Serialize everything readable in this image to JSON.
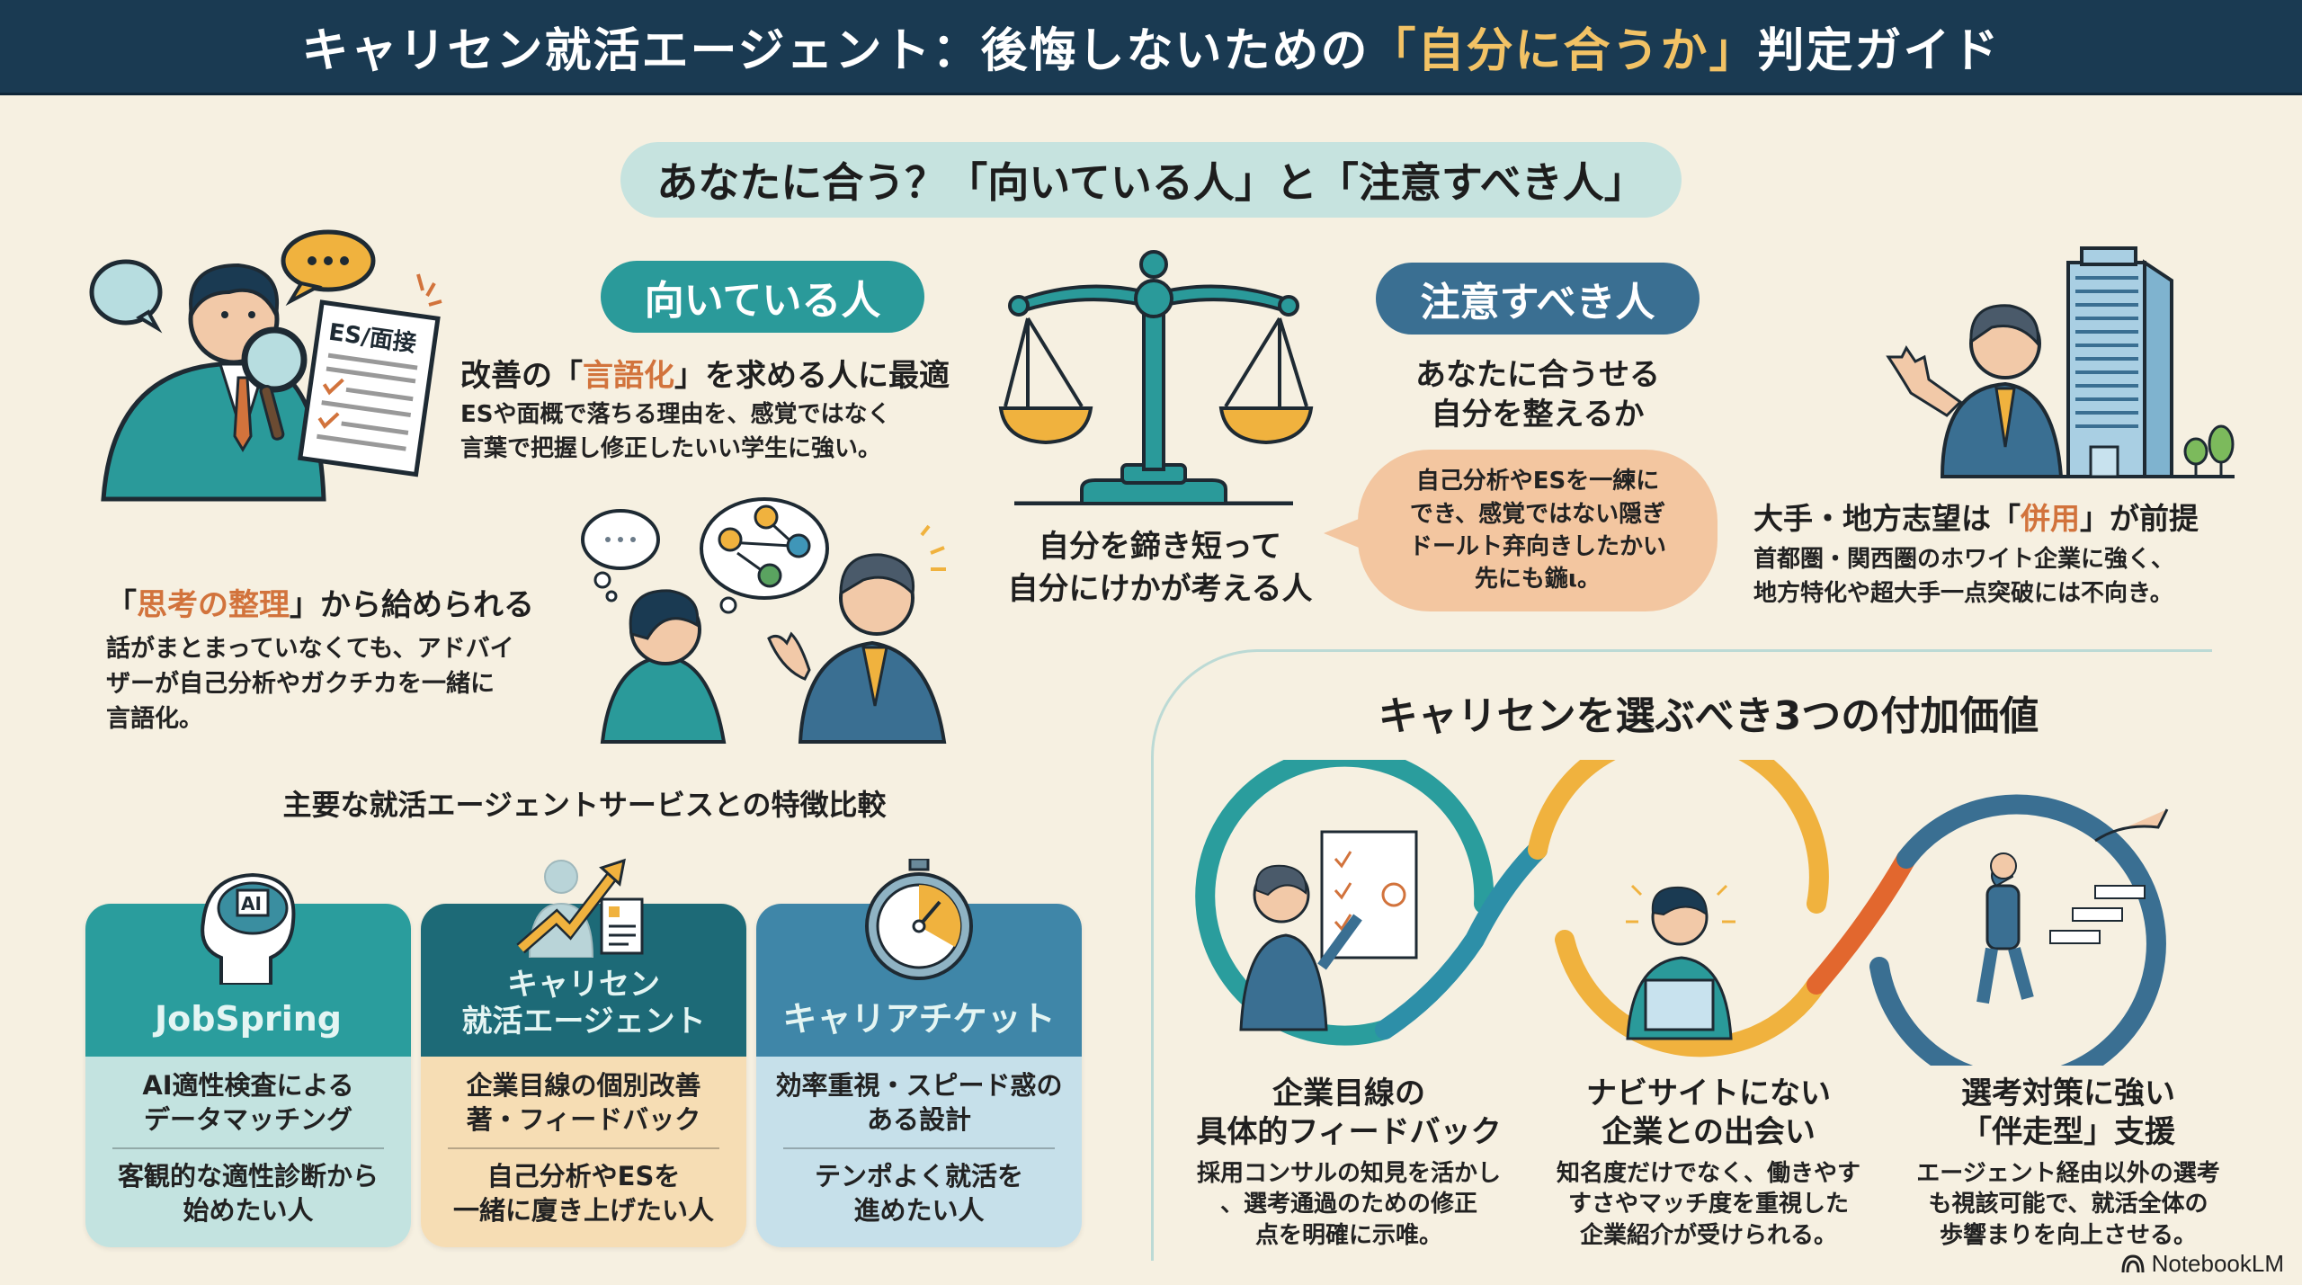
{
  "header": {
    "title_prefix": "キャリセン就活エージェント：後悔しないための",
    "title_highlight": "「自分に合うか」",
    "title_suffix": "判定ガイド"
  },
  "fit_section": {
    "title": "あなたに合う？「向いている人」と「注意すべき人」",
    "suited": {
      "pill_label": "向いている人",
      "point1": {
        "heading_pre": "改善の「",
        "heading_hl": "言語化",
        "heading_post": "」を求める人に最適",
        "body_line1": "ESや面概で落ちる理由を、感覚ではなく",
        "body_line2": "言葉で把握し修正したいい学生に強い。",
        "illustration_doc_label": "ES/面接"
      },
      "point2": {
        "heading_pre": "「",
        "heading_hl": "思考の整理",
        "heading_post": "」から給められる",
        "body_line1": "話がまとまっていなくても、アドバイ",
        "body_line2": "ザーが自己分析やガクチカを一緒に",
        "body_line3": "言語化。"
      }
    },
    "scale_caption": {
      "line1": "自分を鍗き短って",
      "line2": "自分にけかが考える人"
    },
    "caution": {
      "pill_label": "注意すべき人",
      "subheading_line1": "あなたに合うせる",
      "subheading_line2": "自分を整えるか",
      "bubble_line1": "自己分析やESを一練に",
      "bubble_line2": "でき、感覚ではない隠ぎ",
      "bubble_line3": "ドールト弃向きしたかい",
      "bubble_line4": "先にも鍦ι。",
      "point": {
        "heading_pre": "大手・地方志望は「",
        "heading_hl": "併用",
        "heading_post": "」が前提",
        "body_line1": "首都圏・関西圏のホワイト企業に強く、",
        "body_line2": "地方特化や超大手一点突破には不向き。"
      }
    }
  },
  "comparison": {
    "title": "主要な就活エージェントサービスとの特徴比較",
    "cards": [
      {
        "name": "JobSpring",
        "icon": "ai-brain-icon",
        "feature_line1": "AI適性検査による",
        "feature_line2": "データマッチング",
        "target_line1": "客観的な適性診断から",
        "target_line2": "始めたい人",
        "top_color": "#2a9d9d",
        "bottom_color": "#c3e3e0"
      },
      {
        "name_line1": "キャリセン",
        "name_line2": "就活エージェント",
        "icon": "growth-chart-document-icon",
        "feature_line1": "企業目線の個別改善",
        "feature_line2": "著・フィードバック",
        "target_line1": "自己分析やESを",
        "target_line2": "一緒に廈き上げたい人",
        "top_color": "#1d6a77",
        "bottom_color": "#f6ddb4"
      },
      {
        "name": "キャリアチケット",
        "icon": "stopwatch-icon",
        "feature_line1": "効率重視・スピード惑の",
        "feature_line2": "ある設計",
        "target_line1": "テンポよく就活を",
        "target_line2": "進めたい人",
        "top_color": "#3f86a8",
        "bottom_color": "#c6e0ea"
      }
    ]
  },
  "values": {
    "title": "キャリセンを選ぶべき3つの付加価値",
    "items": [
      {
        "title_line1": "企業目線の",
        "title_line2": "具体的フィードバック",
        "desc_line1": "採用コンサルの知見を活かし",
        "desc_line2": "、選考通過のための修正",
        "desc_line3": "点を明確に示唯。",
        "ring_color": "#2a9d9d"
      },
      {
        "title_line1": "ナビサイトにない",
        "title_line2": "企業との出会い",
        "desc_line1": "知名度だけでなく、働きやす",
        "desc_line2": "すさやマッチ度を重視した",
        "desc_line3": "企業紹介が受けられる。",
        "ring_color": "#f0b23e"
      },
      {
        "title_line1": "選考対策に強い",
        "title_line2": "「伴走型」支援",
        "desc_line1": "エージェント経由以外の選考",
        "desc_line2": "も視該可能で、就活全体の",
        "desc_line3": "歩響まりを向上させる。",
        "ring_color": "#3a6f92"
      }
    ]
  },
  "footer": {
    "logo_text": "NotebookLM"
  },
  "colors": {
    "background": "#f6f0e1",
    "header_bg": "#1a3a52",
    "highlight_gold": "#f2c265",
    "teal": "#2a9a9a",
    "navy": "#3a6f92",
    "accent_orange": "#d2733c",
    "peach": "#f3c6a0",
    "light_teal": "#c6e3df"
  }
}
